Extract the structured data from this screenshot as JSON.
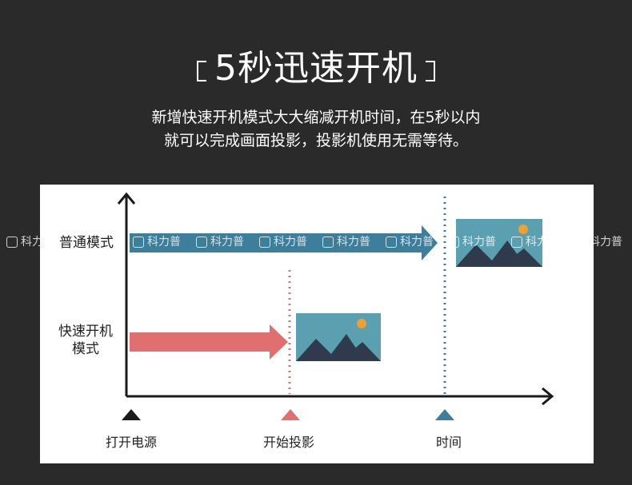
{
  "title": "5秒迅速开机",
  "subtitle_lines": [
    "新增快速开机模式大大缩减开机时间，在5秒以内",
    "就可以完成画面投影，投影机使用无需等待。"
  ],
  "diagram": {
    "rows": [
      {
        "label": "普通模式",
        "arrow_color": "#3d7e9a"
      },
      {
        "label_lines": [
          "快速开机",
          "模式"
        ],
        "arrow_color": "#e07070"
      }
    ],
    "markers": [
      {
        "label": "打开电源",
        "color": "#1a1a1a"
      },
      {
        "label": "开始投影",
        "color": "#e07070"
      },
      {
        "label": "时间",
        "color": "#3d7e9a"
      }
    ],
    "image_icon": {
      "bg": "#5ba0b0",
      "mountain": "#2f3a4d",
      "sun": "#f0a030",
      "name": "landscape-image-icon"
    }
  },
  "watermark": {
    "text": "科力普",
    "count": 10
  }
}
